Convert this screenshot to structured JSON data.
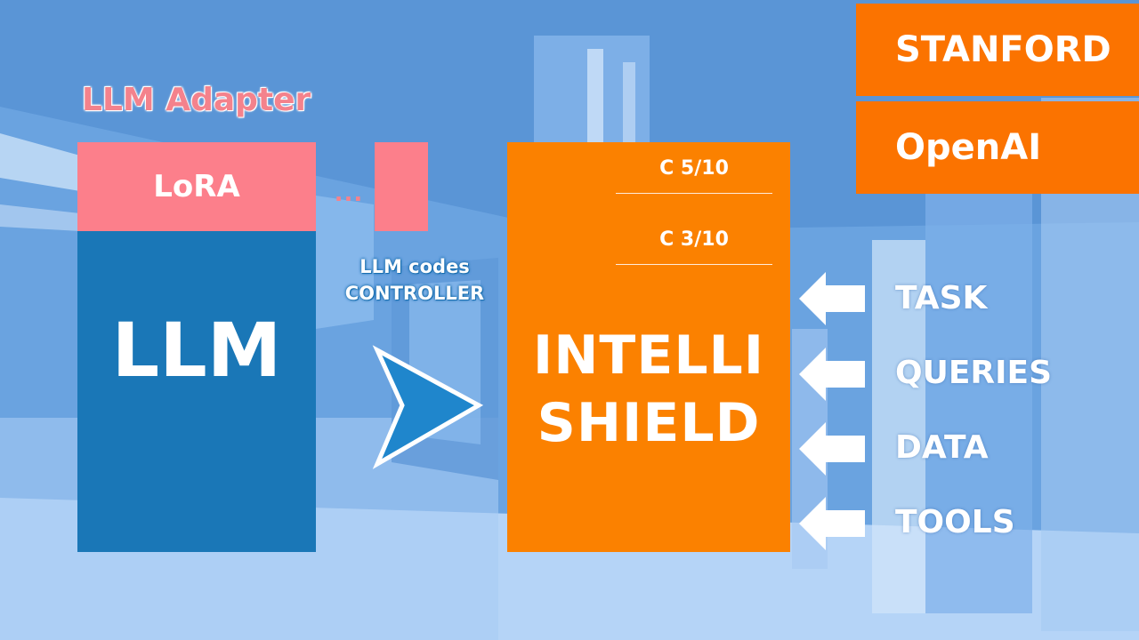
{
  "adapter": {
    "title": "LLM Adapter",
    "lora_label": "LoRA",
    "ellipsis": "..."
  },
  "llm": {
    "label": "LLM"
  },
  "controller": {
    "line1": "LLM codes",
    "line2": "CONTROLLER"
  },
  "shield": {
    "checks": [
      "C 5/10",
      "C 3/10"
    ],
    "line1": "INTELLI",
    "line2": "SHIELD"
  },
  "brands": [
    "STANFORD",
    "OpenAI"
  ],
  "inputs": [
    "TASK",
    "QUERIES",
    "DATA",
    "TOOLS"
  ],
  "colors": {
    "lora": "#fc7f8b",
    "llm": "#1a77b7",
    "shield": "#fb8100",
    "brand": "#fb7300",
    "background": "#6ea7e3"
  },
  "icons": {
    "input_arrow": "arrow-left-icon",
    "flow_arrow": "chevron-arrow-right-icon"
  }
}
